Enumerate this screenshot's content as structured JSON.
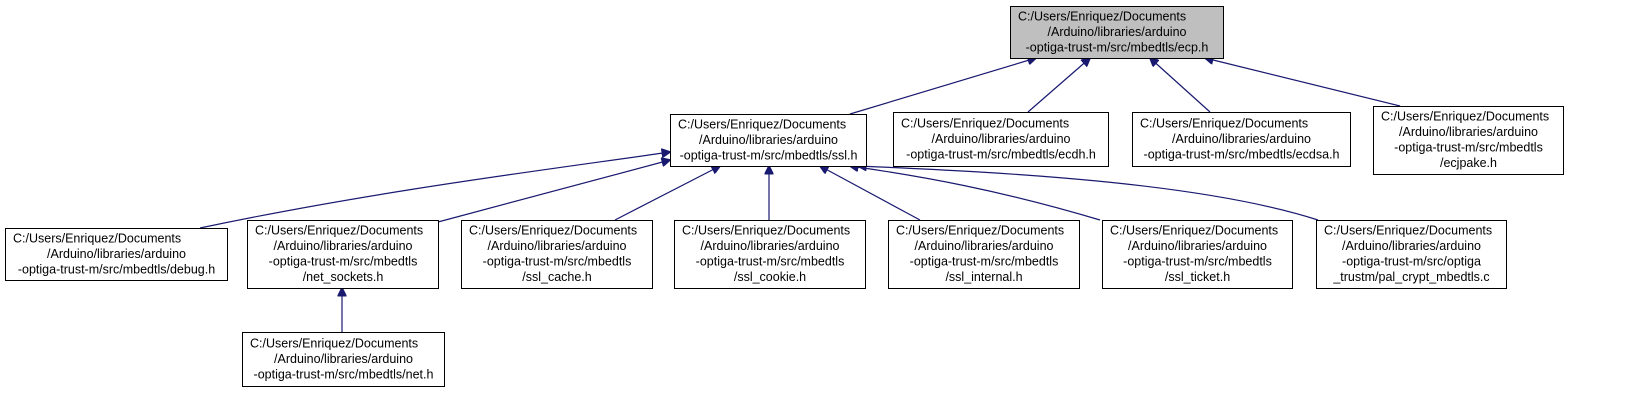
{
  "diagram": {
    "type": "include-dependency-graph",
    "colors": {
      "edge": "#191970",
      "root_fill": "#bfbfbf",
      "node_fill": "#ffffff",
      "border": "#000000"
    },
    "nodes": [
      {
        "id": "ecp",
        "lines": [
          "C:/Users/Enriquez/Documents",
          "/Arduino/libraries/arduino",
          "-optiga-trust-m/src/mbedtls/ecp.h"
        ],
        "root": true
      },
      {
        "id": "ssl",
        "lines": [
          "C:/Users/Enriquez/Documents",
          "/Arduino/libraries/arduino",
          "-optiga-trust-m/src/mbedtls/ssl.h"
        ]
      },
      {
        "id": "ecdh",
        "lines": [
          "C:/Users/Enriquez/Documents",
          "/Arduino/libraries/arduino",
          "-optiga-trust-m/src/mbedtls/ecdh.h"
        ]
      },
      {
        "id": "ecdsa",
        "lines": [
          "C:/Users/Enriquez/Documents",
          "/Arduino/libraries/arduino",
          "-optiga-trust-m/src/mbedtls/ecdsa.h"
        ]
      },
      {
        "id": "ecjpake",
        "lines": [
          "C:/Users/Enriquez/Documents",
          "/Arduino/libraries/arduino",
          "-optiga-trust-m/src/mbedtls",
          "/ecjpake.h"
        ]
      },
      {
        "id": "debug",
        "lines": [
          "C:/Users/Enriquez/Documents",
          "/Arduino/libraries/arduino",
          "-optiga-trust-m/src/mbedtls/debug.h"
        ]
      },
      {
        "id": "net_sockets",
        "lines": [
          "C:/Users/Enriquez/Documents",
          "/Arduino/libraries/arduino",
          "-optiga-trust-m/src/mbedtls",
          "/net_sockets.h"
        ]
      },
      {
        "id": "ssl_cache",
        "lines": [
          "C:/Users/Enriquez/Documents",
          "/Arduino/libraries/arduino",
          "-optiga-trust-m/src/mbedtls",
          "/ssl_cache.h"
        ]
      },
      {
        "id": "ssl_cookie",
        "lines": [
          "C:/Users/Enriquez/Documents",
          "/Arduino/libraries/arduino",
          "-optiga-trust-m/src/mbedtls",
          "/ssl_cookie.h"
        ]
      },
      {
        "id": "ssl_internal",
        "lines": [
          "C:/Users/Enriquez/Documents",
          "/Arduino/libraries/arduino",
          "-optiga-trust-m/src/mbedtls",
          "/ssl_internal.h"
        ]
      },
      {
        "id": "ssl_ticket",
        "lines": [
          "C:/Users/Enriquez/Documents",
          "/Arduino/libraries/arduino",
          "-optiga-trust-m/src/mbedtls",
          "/ssl_ticket.h"
        ]
      },
      {
        "id": "pal_crypt",
        "lines": [
          "C:/Users/Enriquez/Documents",
          "/Arduino/libraries/arduino",
          "-optiga-trust-m/src/optiga",
          "_trustm/pal_crypt_mbedtls.c"
        ]
      },
      {
        "id": "net",
        "lines": [
          "C:/Users/Enriquez/Documents",
          "/Arduino/libraries/arduino",
          "-optiga-trust-m/src/mbedtls/net.h"
        ]
      }
    ],
    "edges": [
      {
        "from": "ssl",
        "to": "ecp"
      },
      {
        "from": "ecdh",
        "to": "ecp"
      },
      {
        "from": "ecdsa",
        "to": "ecp"
      },
      {
        "from": "ecjpake",
        "to": "ecp"
      },
      {
        "from": "debug",
        "to": "ssl"
      },
      {
        "from": "net_sockets",
        "to": "ssl"
      },
      {
        "from": "ssl_cache",
        "to": "ssl"
      },
      {
        "from": "ssl_cookie",
        "to": "ssl"
      },
      {
        "from": "ssl_internal",
        "to": "ssl"
      },
      {
        "from": "ssl_ticket",
        "to": "ssl"
      },
      {
        "from": "pal_crypt",
        "to": "ssl"
      },
      {
        "from": "net",
        "to": "net_sockets"
      }
    ]
  }
}
